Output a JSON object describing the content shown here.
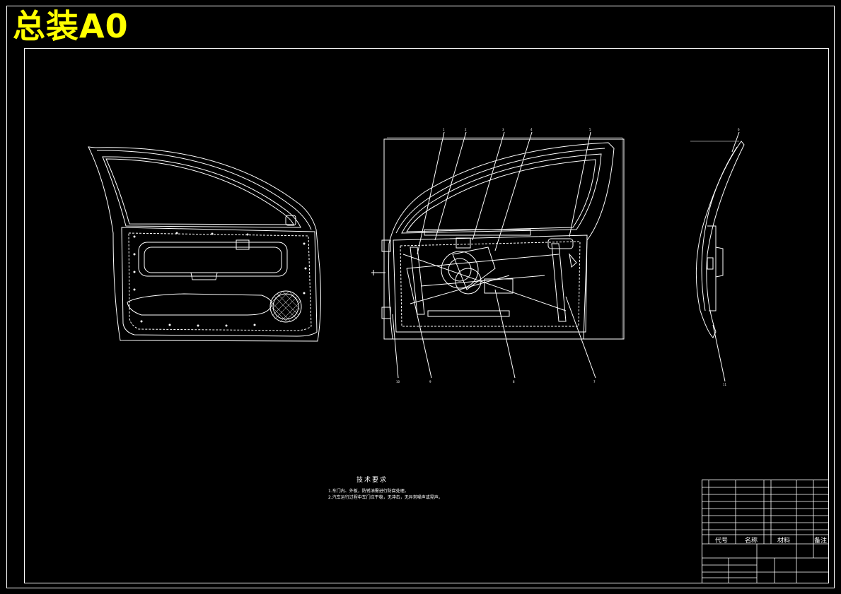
{
  "sheet_title": "总装A0",
  "technical_requirements": {
    "title": "技术要求",
    "lines": [
      "1.车门内、外板，防锈油需进行防腐处理。",
      "2.汽车运行过程中车门应平稳，无冲击，无异常噪声或晃声。"
    ]
  },
  "title_block": {
    "col_code": "代号",
    "col_name": "名称",
    "col_material": "材料",
    "col_remark": "备注"
  },
  "colors": {
    "background": "#000000",
    "lines": "#ffffff",
    "title": "#ffff00"
  }
}
